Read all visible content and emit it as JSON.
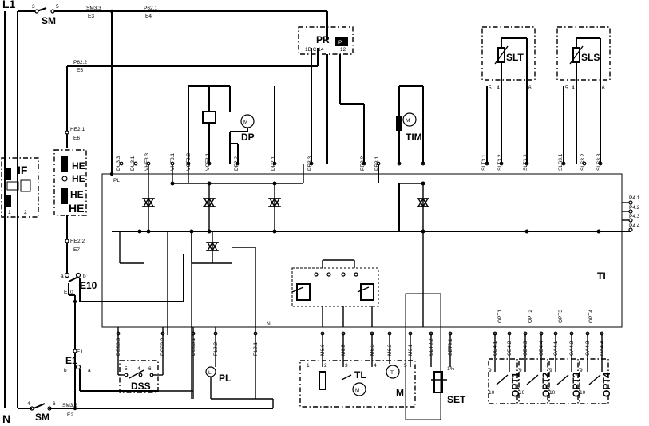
{
  "rails": {
    "line": "L1",
    "neutral": "N"
  },
  "switch_sm": {
    "label": "SM",
    "label_bottom": "SM",
    "pins_top": [
      "3",
      "5"
    ],
    "pins_bottom": [
      "4",
      "6"
    ]
  },
  "conn": {
    "sm33": "SM3.3",
    "e3": "E3",
    "p621": "P62.1",
    "e4": "E4",
    "p622": "P62.2",
    "e5": "E5",
    "he21": "HE2.1",
    "e6": "E6",
    "he22": "HE2.2",
    "e7": "E7",
    "sm32": "SM3.2",
    "e2": "E2",
    "e10": "E10"
  },
  "filter": {
    "label": "IF",
    "pins": [
      "1",
      "2"
    ]
  },
  "heaters": {
    "label": "HE",
    "elements": [
      "HE",
      "HE"
    ]
  },
  "switch_e10": {
    "label": "E10",
    "pin_a": "a",
    "pin_b": "b"
  },
  "switch_e1": {
    "label": "E1",
    "pin_a": "a",
    "pin_b": "b",
    "conn": "E1"
  },
  "components": {
    "pr": {
      "label": "PR",
      "sublabel": "P",
      "pins": "1B C 14",
      "pins2": "12"
    },
    "slt": {
      "label": "SLT",
      "pins": [
        "5",
        "4",
        "6"
      ]
    },
    "sls": {
      "label": "SLS",
      "pins": [
        "5",
        "4",
        "6"
      ]
    },
    "dp": {
      "label": "DP",
      "sym": "M"
    },
    "tim": {
      "label": "TIM",
      "sym": "M"
    },
    "ti": {
      "label": "TI"
    },
    "pl": {
      "label": "PL",
      "sym": "L"
    },
    "dss": {
      "label": "DSS",
      "pins": [
        "5",
        "4",
        "6"
      ]
    },
    "tl": {
      "label": "TL"
    },
    "m_tl": {
      "sym": "M"
    },
    "m": {
      "label": "M",
      "sym": "T"
    },
    "set": {
      "label": "SET",
      "pin": "1%"
    },
    "opt1": {
      "label": "OPT1"
    },
    "opt2": {
      "label": "OPT2"
    },
    "opt3": {
      "label": "OPT3"
    },
    "opt4": {
      "label": "OPT4"
    },
    "opt_pins": [
      "9",
      "10"
    ],
    "valve_pins": [
      "1",
      "2"
    ],
    "m_pins": [
      "1",
      "2",
      "3",
      "4",
      "5"
    ]
  },
  "top_pins": [
    "DU3.3",
    "DU3.1",
    "VHF3.3",
    "VHF3.1",
    "VCF3.3",
    "VCF3.1",
    "DP2.2",
    "DP2.1",
    "PR3.3",
    "PR3.2",
    "PR3.1",
    "SLT3.1",
    "SLT3.2",
    "SLT3.3",
    "SLS3.1",
    "SLS3.2",
    "SLS3.3"
  ],
  "right_pins": [
    "P4.1",
    "P4.2",
    "P4.3",
    "P4.4"
  ],
  "bottom_pins": [
    "DSS3.3",
    "DSS3.2",
    "DSS3.1",
    "PL3.3",
    "PL3.1",
    "M6.6",
    "M6.5",
    "M6.3",
    "M6.2",
    "M6.1",
    "SET2.2",
    "SET2.1",
    "OB4.1",
    "OB4.2",
    "OB4.3",
    "OB4.4",
    "OA4.1",
    "OA4.2",
    "OA4.3",
    "OA4.4"
  ],
  "opt_top": [
    "OPT1",
    "OPT2",
    "OPT3",
    "OPT4"
  ],
  "misc": {
    "pl_left": "PL",
    "n_mark": "N"
  }
}
